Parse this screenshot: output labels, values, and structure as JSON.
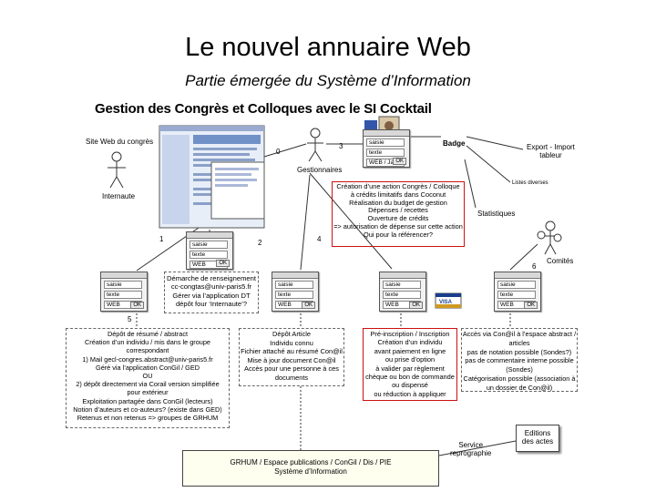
{
  "title": "Le nouvel annuaire Web",
  "subtitle": "Partie émergée du Système d’Information",
  "heading": "Gestion des Congrès et Colloques avec le SI Cocktail",
  "labels": {
    "site_web": "Site Web du congrès",
    "internaute": "Internaute",
    "gestionnaires": "Gestionnaires",
    "badge": "Badge",
    "export": "Export - Import\ntableur",
    "listes": "Listes diverses",
    "statistiques": "Statistiques",
    "comites": "Comités",
    "service_repro": "Service\nreprographie",
    "n0": "0",
    "n3": "3",
    "n1": "1",
    "n2": "2",
    "n4": "4",
    "n5": "5",
    "n6": "6",
    "visa": "VISA"
  },
  "form": {
    "row1": "saisie",
    "row2": "texte",
    "row3": "WEB",
    "ok": "OK"
  },
  "form_gest": {
    "row1": "saisie",
    "row2": "texte",
    "row3": "WEB / Jac",
    "ok": "OK"
  },
  "boxes": {
    "creation": "Création d’une action Congrès / Colloque\nà crédits limitatifs dans Coconut\nRéalisation du budget de gestion\nDépenses / recettes\nOuverture de crédits\n=> autorisation de dépense sur cette action\nQui pour la référencer?",
    "demarche": "Démarche de renseignement\ncc-congtas@univ-paris5.fr\nGérer via l’application DT\ndépôt four ‘Internaute’?",
    "depot_resume": "Dépôt de résumé / abstract\nCréation d’un individu / mis dans le groupe\ncorrespondant\n1) Mail gecl-congres.abstract@univ-paris5.fr\nGéré via l’application ConGil / GED\nOU\n2) dépôt directement via Corail version simplifiée\npour extérieur\nExploitation partagée dans ConGil (lecteurs)\nNotion d’auteurs et co-auteurs? (existe dans GED)\nRetenus et non retenus => groupes de GRHUM",
    "depot_article": "Dépôt Article\nIndividu connu\nFichier attaché au résumé Con@il\nMise à jour document Con@il\nAccès pour une personne à ces\ndocuments",
    "preinscription": "Pré-inscription / Inscription\nCréation d’un individu\navant paiement en ligne\nou prise d’option\nà valider par règlement\nchèque ou bon de commande\nou dispensé\nou réduction à appliquer",
    "acces": "Accès via Con@il à l’espace abstract /\narticles\npas de notation possible (Sondes?)\npas de commentaire interne possible\n(Sondes)\nCatégorisation possible (association à\nun dossier de Con@il)"
  },
  "bottom_bar": "GRHUM / Espace publications / ConGil / Dis / PIE\nSystème d’Information",
  "editions": "Editions\ndes actes"
}
